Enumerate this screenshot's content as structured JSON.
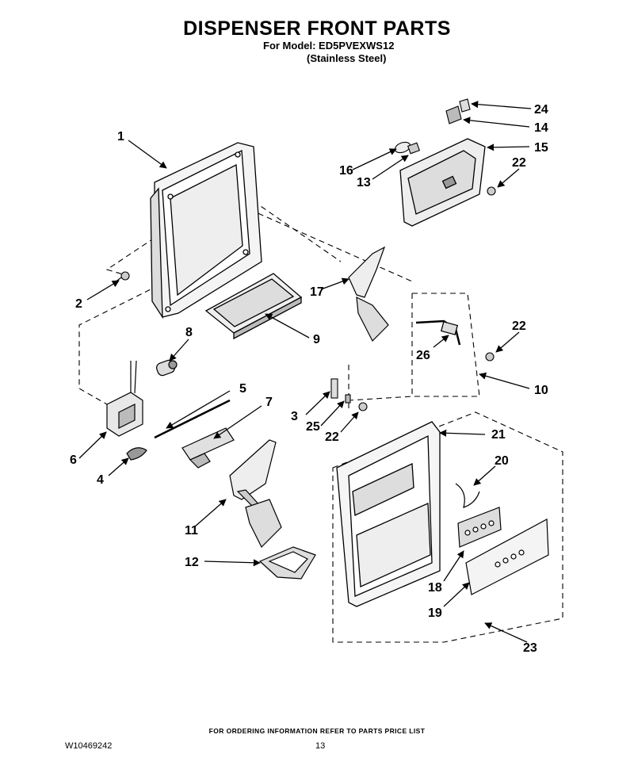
{
  "header": {
    "title": "DISPENSER FRONT PARTS",
    "model_line": "For Model: ED5PVEXWS12",
    "finish_line": "(Stainless Steel)"
  },
  "callouts": [
    "1",
    "2",
    "3",
    "4",
    "5",
    "6",
    "7",
    "8",
    "9",
    "10",
    "11",
    "12",
    "13",
    "14",
    "15",
    "16",
    "17",
    "18",
    "19",
    "20",
    "21",
    "22",
    "22",
    "22",
    "22",
    "23",
    "24",
    "25",
    "26"
  ],
  "footer": {
    "ordering_note": "FOR ORDERING INFORMATION REFER TO PARTS PRICE LIST",
    "document_number": "W10469242",
    "page_number": "13"
  }
}
